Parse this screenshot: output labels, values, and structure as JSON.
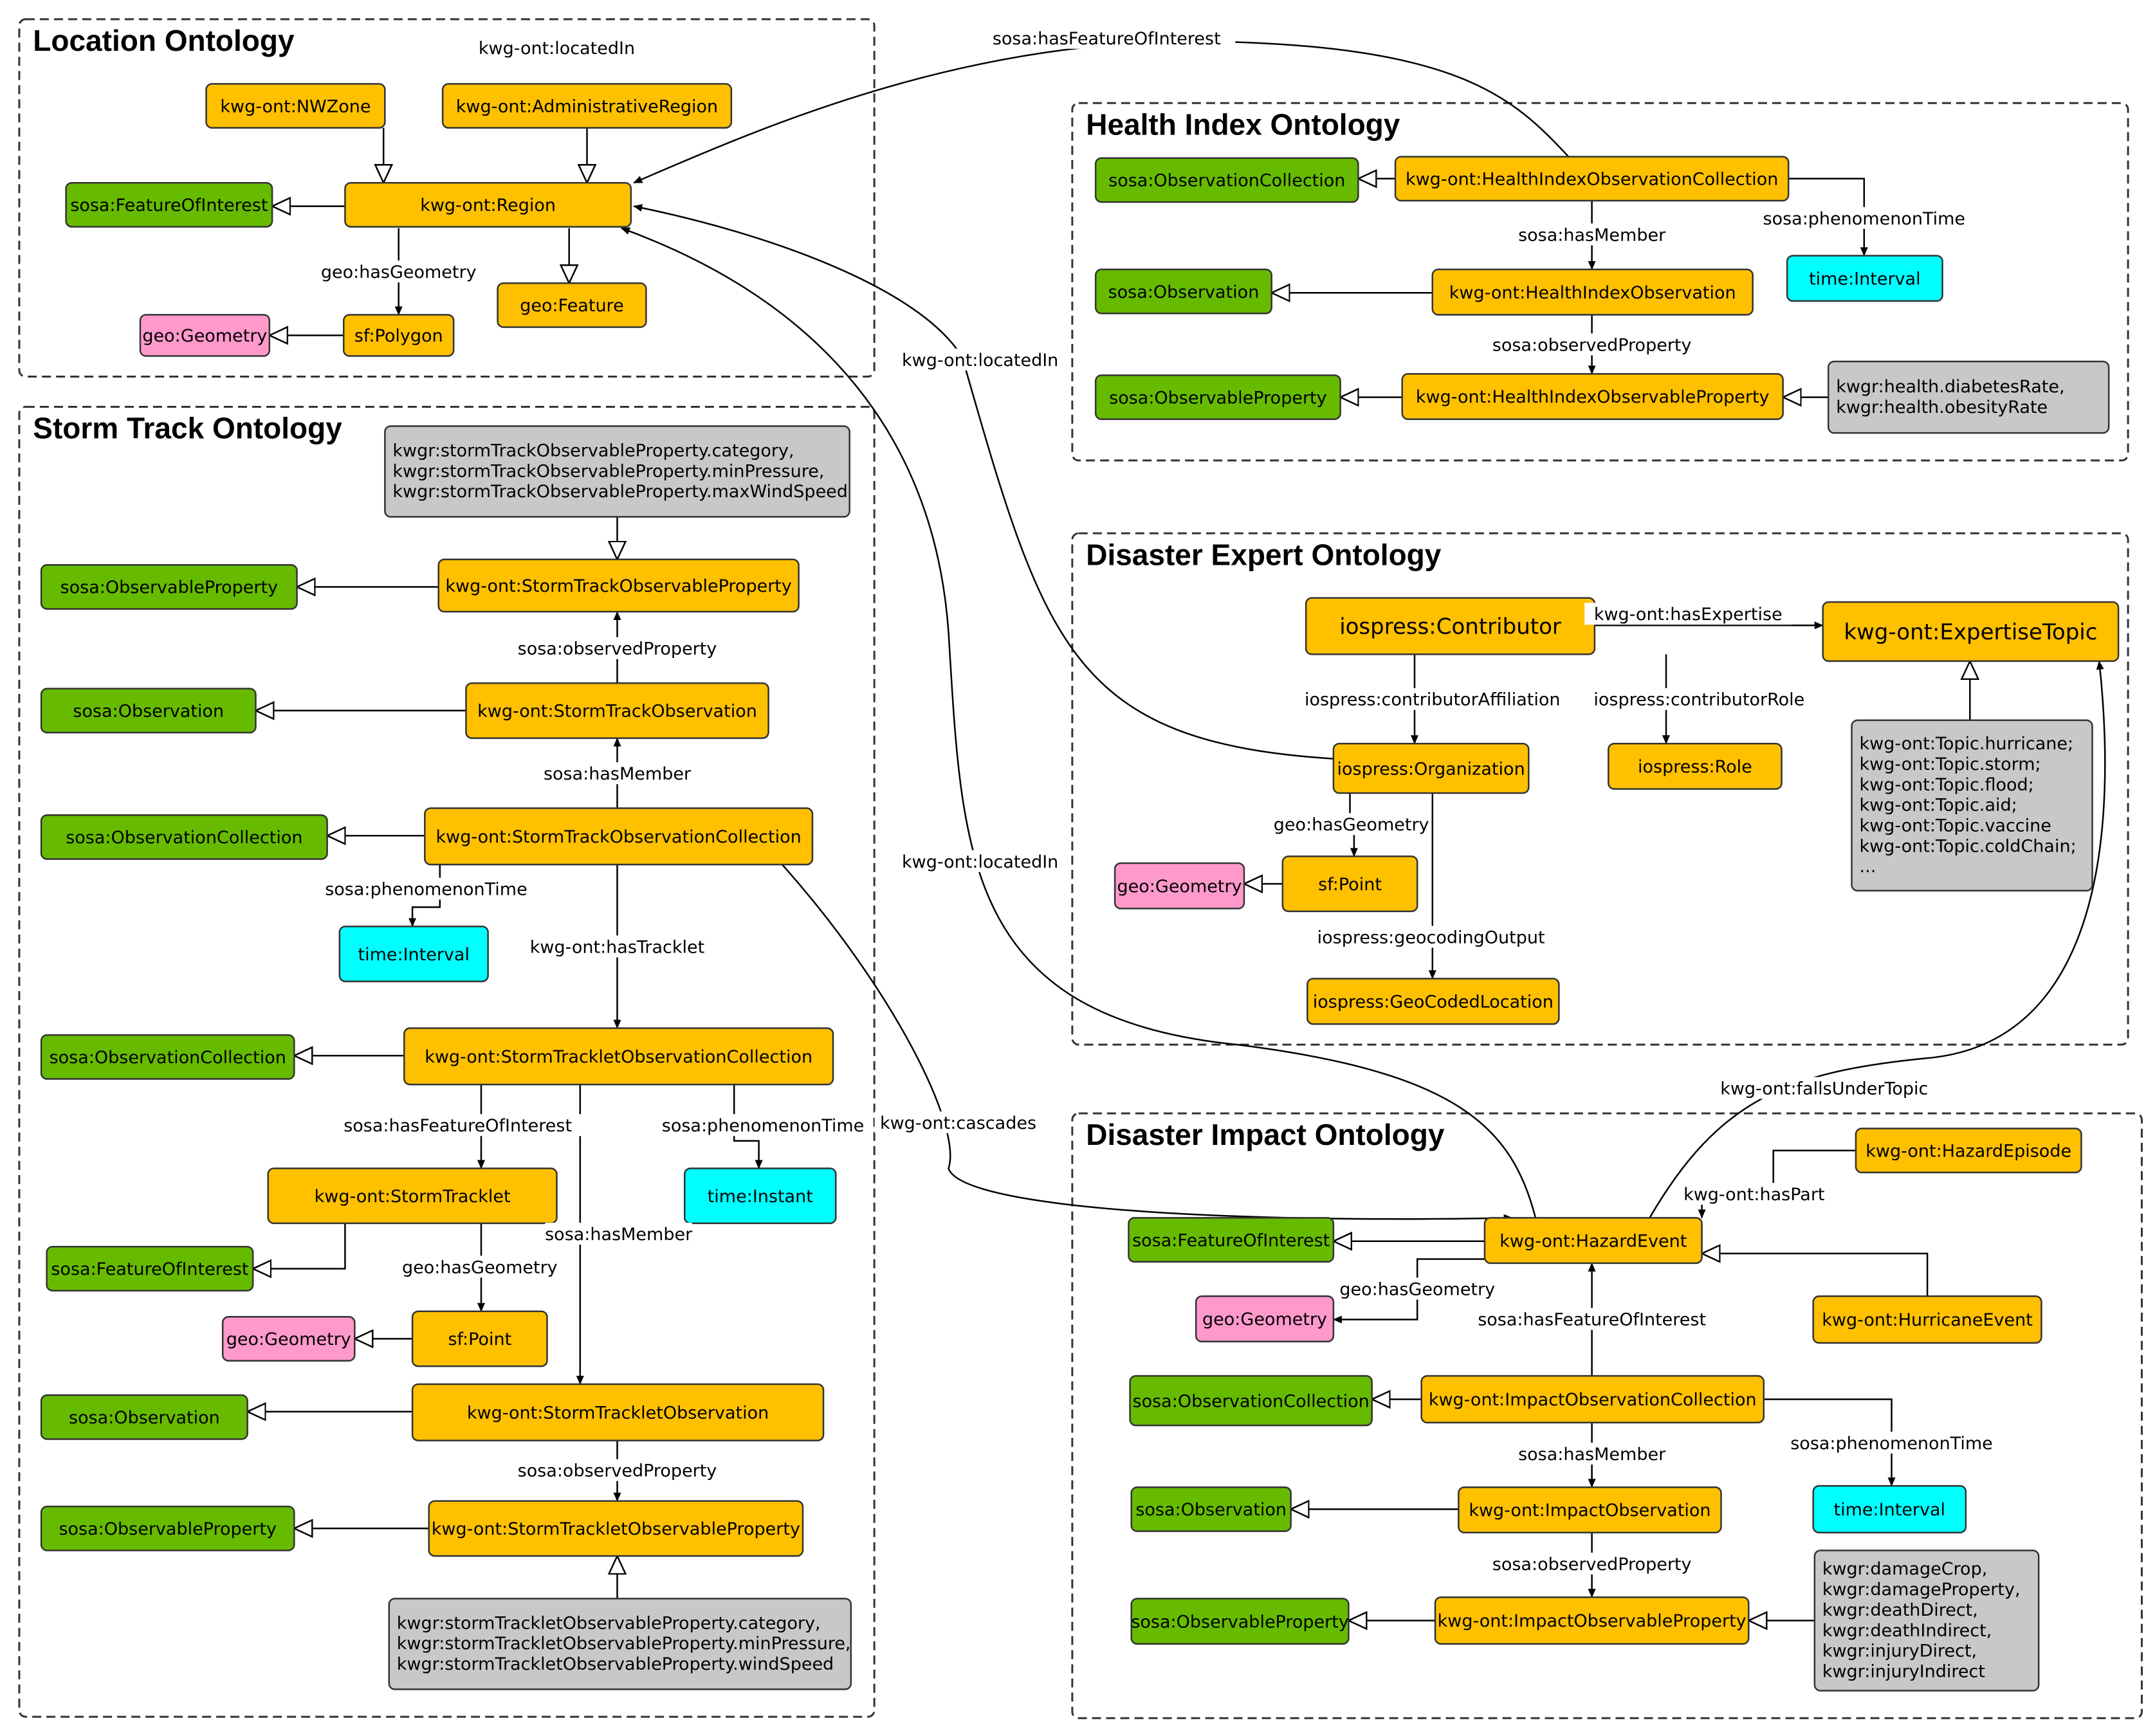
{
  "colors": {
    "class": "#FFC000",
    "external": "#66BB00",
    "geometry": "#FF99CC",
    "time": "#00FFFF",
    "instances": "#C8C8C8"
  },
  "panels": [
    {
      "title": "Location Ontology"
    },
    {
      "title": "Storm Track Ontology"
    },
    {
      "title": "Health Index Ontology"
    },
    {
      "title": "Disaster Expert Ontology"
    },
    {
      "title": "Disaster Impact Ontology"
    }
  ],
  "nodes": [
    {
      "label": "kwg-ont:NWZone",
      "kind": "class"
    },
    {
      "label": "kwg-ont:AdministrativeRegion",
      "kind": "class"
    },
    {
      "label": "sosa:FeatureOfInterest",
      "kind": "external"
    },
    {
      "label": "kwg-ont:Region",
      "kind": "class"
    },
    {
      "label": "geo:Feature",
      "kind": "class"
    },
    {
      "label": "geo:Geometry",
      "kind": "geometry"
    },
    {
      "label": "sf:Polygon",
      "kind": "class"
    },
    {
      "label": "kwgr:stormTrackObservableProperty.category,\nkwgr:stormTrackObservableProperty.minPressure,\nkwgr:stormTrackObservableProperty.maxWindSpeed",
      "kind": "instances"
    },
    {
      "label": "sosa:ObservableProperty",
      "kind": "external"
    },
    {
      "label": "kwg-ont:StormTrackObservableProperty",
      "kind": "class"
    },
    {
      "label": "sosa:Observation",
      "kind": "external"
    },
    {
      "label": "kwg-ont:StormTrackObservation",
      "kind": "class"
    },
    {
      "label": "sosa:ObservationCollection",
      "kind": "external"
    },
    {
      "label": "kwg-ont:StormTrackObservationCollection",
      "kind": "class"
    },
    {
      "label": "time:Interval",
      "kind": "time"
    },
    {
      "label": "sosa:ObservationCollection",
      "kind": "external"
    },
    {
      "label": "kwg-ont:StormTrackletObservationCollection",
      "kind": "class"
    },
    {
      "label": "kwg-ont:StormTracklet",
      "kind": "class"
    },
    {
      "label": "time:Instant",
      "kind": "time"
    },
    {
      "label": "sosa:FeatureOfInterest",
      "kind": "external"
    },
    {
      "label": "geo:Geometry",
      "kind": "geometry"
    },
    {
      "label": "sf:Point",
      "kind": "class"
    },
    {
      "label": "sosa:Observation",
      "kind": "external"
    },
    {
      "label": "kwg-ont:StormTrackletObservation",
      "kind": "class"
    },
    {
      "label": "sosa:ObservableProperty",
      "kind": "external"
    },
    {
      "label": "kwg-ont:StormTrackletObservableProperty",
      "kind": "class"
    },
    {
      "label": "kwgr:stormTrackletObservableProperty.category,\nkwgr:stormTrackletObservableProperty.minPressure,\nkwgr:stormTrackletObservableProperty.windSpeed",
      "kind": "instances"
    },
    {
      "label": "sosa:ObservationCollection",
      "kind": "external"
    },
    {
      "label": "kwg-ont:HealthIndexObservationCollection",
      "kind": "class"
    },
    {
      "label": "time:Interval",
      "kind": "time"
    },
    {
      "label": "sosa:Observation",
      "kind": "external"
    },
    {
      "label": "kwg-ont:HealthIndexObservation",
      "kind": "class"
    },
    {
      "label": "sosa:ObservableProperty",
      "kind": "external"
    },
    {
      "label": "kwg-ont:HealthIndexObservableProperty",
      "kind": "class"
    },
    {
      "label": "kwgr:health.diabetesRate,\nkwgr:health.obesityRate",
      "kind": "instances"
    },
    {
      "label": "iospress:Contributor",
      "kind": "class"
    },
    {
      "label": "kwg-ont:ExpertiseTopic",
      "kind": "class"
    },
    {
      "label": "iospress:Organization",
      "kind": "class"
    },
    {
      "label": "iospress:Role",
      "kind": "class"
    },
    {
      "label": "kwg-ont:Topic.hurricane;\nkwg-ont:Topic.storm;\nkwg-ont:Topic.flood;\nkwg-ont:Topic.aid;\nkwg-ont:Topic.vaccine\nkwg-ont:Topic.coldChain;\n...",
      "kind": "instances"
    },
    {
      "label": "geo:Geometry",
      "kind": "geometry"
    },
    {
      "label": "sf:Point",
      "kind": "class"
    },
    {
      "label": "iospress:GeoCodedLocation",
      "kind": "class"
    },
    {
      "label": "kwg-ont:HazardEpisode",
      "kind": "class"
    },
    {
      "label": "sosa:FeatureOfInterest",
      "kind": "external"
    },
    {
      "label": "kwg-ont:HazardEvent",
      "kind": "class"
    },
    {
      "label": "geo:Geometry",
      "kind": "geometry"
    },
    {
      "label": "kwg-ont:HurricaneEvent",
      "kind": "class"
    },
    {
      "label": "sosa:ObservationCollection",
      "kind": "external"
    },
    {
      "label": "kwg-ont:ImpactObservationCollection",
      "kind": "class"
    },
    {
      "label": "sosa:Observation",
      "kind": "external"
    },
    {
      "label": "kwg-ont:ImpactObservation",
      "kind": "class"
    },
    {
      "label": "time:Interval",
      "kind": "time"
    },
    {
      "label": "sosa:ObservableProperty",
      "kind": "external"
    },
    {
      "label": "kwg-ont:ImpactObservableProperty",
      "kind": "class"
    },
    {
      "label": "kwgr:damageCrop,\nkwgr:damageProperty,\nkwgr:deathDirect,\nkwgr:deathIndirect,\nkwgr:injuryDirect,\nkwgr:injuryIndirect",
      "kind": "instances"
    }
  ],
  "edge_labels": [
    "kwg-ont:locatedIn",
    "geo:hasGeometry",
    "sosa:observedProperty",
    "sosa:hasMember",
    "sosa:phenomenonTime",
    "kwg-ont:hasTracklet",
    "sosa:hasFeatureOfInterest",
    "sosa:phenomenonTime",
    "sosa:hasMember",
    "geo:hasGeometry",
    "sosa:observedProperty",
    "sosa:hasMember",
    "sosa:phenomenonTime",
    "sosa:observedProperty",
    "kwg-ont:hasExpertise",
    "iospress:contributorAffiliation",
    "iospress:contributorRole",
    "geo:hasGeometry",
    "iospress:geocodingOutput",
    "kwg-ont:hasPart",
    "geo:hasGeometry",
    "sosa:hasFeatureOfInterest",
    "sosa:hasMember",
    "sosa:phenomenonTime",
    "sosa:observedProperty",
    "sosa:hasFeatureOfInterest",
    "kwg-ont:locatedIn",
    "kwg-ont:locatedIn",
    "kwg-ont:cascades",
    "kwg-ont:fallsUnderTopic"
  ]
}
